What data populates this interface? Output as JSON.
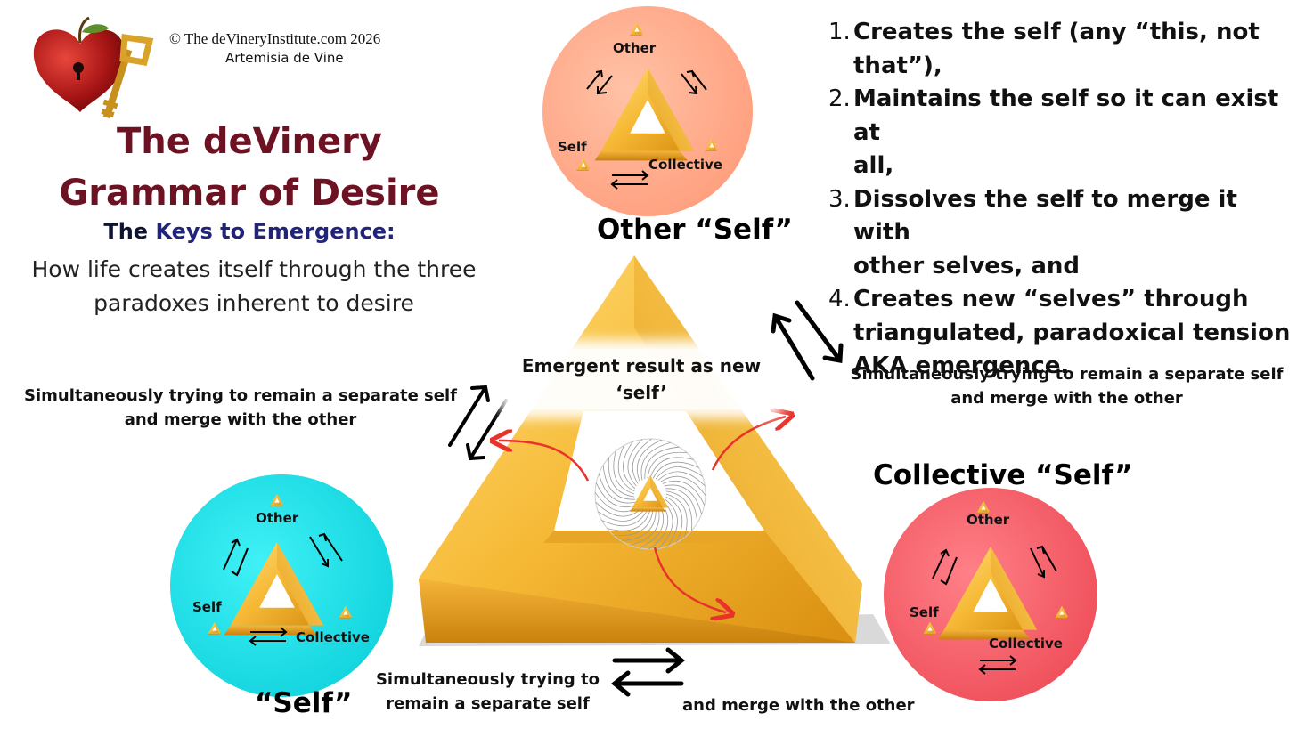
{
  "header": {
    "copyright_symbol": "©",
    "copyright_site": "The deVineryInstitute.com",
    "copyright_year": "2026",
    "author": "Artemisia de Vine"
  },
  "title": {
    "line1": "The deVinery",
    "line2": "Grammar of Desire",
    "keys_prefix": "The ",
    "keys_highlight": "Keys to Emergence:",
    "subtitle_line1": "How life creates itself through the three",
    "subtitle_line2": "paradoxes inherent to desire"
  },
  "steps": [
    {
      "num": "1.",
      "lines": [
        "Creates the self (any “this, not",
        "that”),"
      ]
    },
    {
      "num": "2.",
      "lines": [
        "Maintains the self so it can exist at",
        "all,"
      ]
    },
    {
      "num": "3.",
      "lines": [
        "Dissolves the self to merge it with",
        "other selves, and"
      ]
    },
    {
      "num": "4.",
      "lines": [
        "Creates new “selves” through",
        "triangulated, paradoxical tension",
        "AKA emergence."
      ]
    }
  ],
  "nodes": {
    "other_self": "Other “Self”",
    "collective_self": "Collective “Self”",
    "self": "“Self”"
  },
  "mini_labels": {
    "other": "Other",
    "self": "Self",
    "collective": "Collective"
  },
  "tensions": {
    "left_line1": "Simultaneously trying to remain a separate self",
    "left_line2": "and merge with the other",
    "right_line1": "Simultaneously trying to remain a separate self",
    "right_line2": "and merge with the other",
    "bottom_line1": "Simultaneously trying to",
    "bottom_line2": "remain a separate self",
    "bottom_tail": "and merge with the other"
  },
  "emergent": {
    "line1": "Emergent result as new",
    "line2": "‘self’"
  },
  "colors": {
    "title": "#6d1222",
    "keys_blue": "#22247a",
    "gold_light": "#ffd45e",
    "gold_dark": "#d98e10",
    "circle_other": "#ffae90",
    "circle_self": "#19e6ee",
    "circle_collective": "#f56670",
    "arrow_red": "#e8322a"
  }
}
